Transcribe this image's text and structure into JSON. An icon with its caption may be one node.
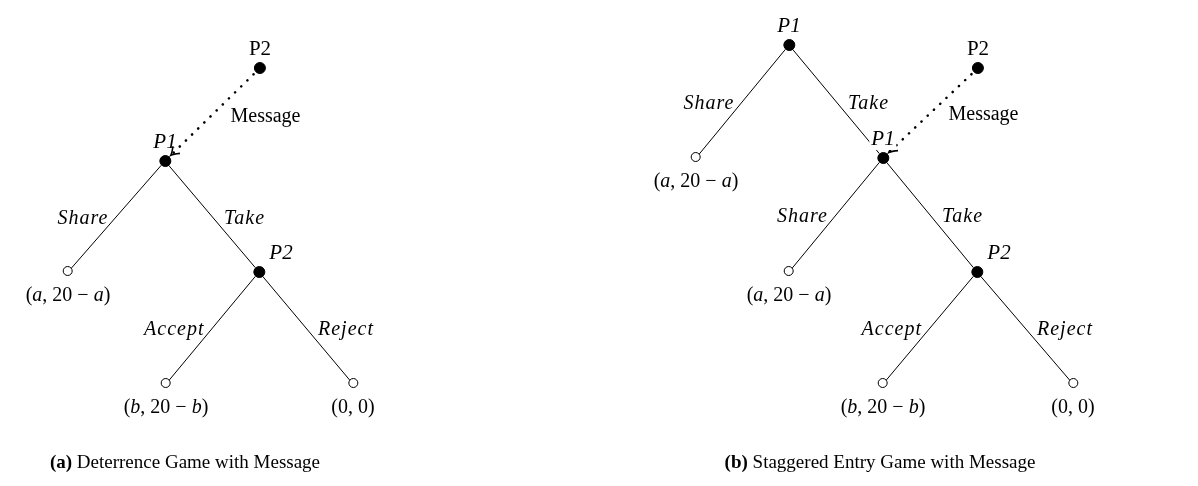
{
  "diagram": {
    "nodes": [
      {
        "text": [
          "P2"
        ]
      },
      {
        "text": [
          "P1"
        ]
      },
      {
        "text": [],
        "shape": "circle",
        "beside": [
          "(*a*, 20 − *a*)"
        ]
      },
      {
        "text": [
          "P2"
        ]
      },
      {
        "text": [],
        "shape": "circle",
        "beside": [
          "(*b*, 20 − *b*)"
        ]
      },
      {
        "text": [],
        "shape": "circle",
        "beside": [
          "(0, 0)"
        ]
      },
      {
        "text": [
          "P1"
        ]
      },
      {
        "text": [],
        "shape": "circle",
        "beside": [
          "(*a*, 20 − *a*)"
        ]
      },
      {
        "text": [
          "P1"
        ]
      },
      {
        "text": [
          "P2"
        ]
      },
      {
        "text": [],
        "shape": "circle",
        "beside": [
          "(*a*, 20 − *a*)"
        ]
      },
      {
        "text": [
          "P2"
        ]
      },
      {
        "text": [],
        "shape": "circle",
        "beside": [
          "(*b*, 20 − *b*)"
        ]
      },
      {
        "text": [],
        "shape": "circle",
        "beside": [
          "(0, 0)"
        ]
      }
    ],
    "edges": [
      {
        "from": 0,
        "to": 1,
        "arrow": "to",
        "label": "Message",
        "style": "dashed"
      },
      {
        "from": 1,
        "to": 2,
        "arrow": "none",
        "label": "Share"
      },
      {
        "from": 1,
        "to": 3,
        "arrow": "none",
        "label": "Take"
      },
      {
        "from": 3,
        "to": 4,
        "arrow": "none",
        "label": "Accept"
      },
      {
        "from": 3,
        "to": 5,
        "arrow": "none",
        "label": "Reject"
      },
      {
        "from": 6,
        "to": 7,
        "arrow": "none",
        "label": "Share"
      },
      {
        "from": 6,
        "to": 8,
        "arrow": "none",
        "label": "Take"
      },
      {
        "from": 9,
        "to": 8,
        "arrow": "to",
        "label": "Message",
        "style": "dashed"
      },
      {
        "from": 8,
        "to": 10,
        "arrow": "none",
        "label": "Share"
      },
      {
        "from": 8,
        "to": 11,
        "arrow": "none",
        "label": "Take"
      },
      {
        "from": 11,
        "to": 12,
        "arrow": "none",
        "label": "Accept"
      },
      {
        "from": 11,
        "to": 13,
        "arrow": "none",
        "label": "Reject"
      }
    ],
    "labels": [
      "**(a)** Deterrence Game with Message",
      "**(b)** Staggered Entry Game with Message"
    ]
  }
}
